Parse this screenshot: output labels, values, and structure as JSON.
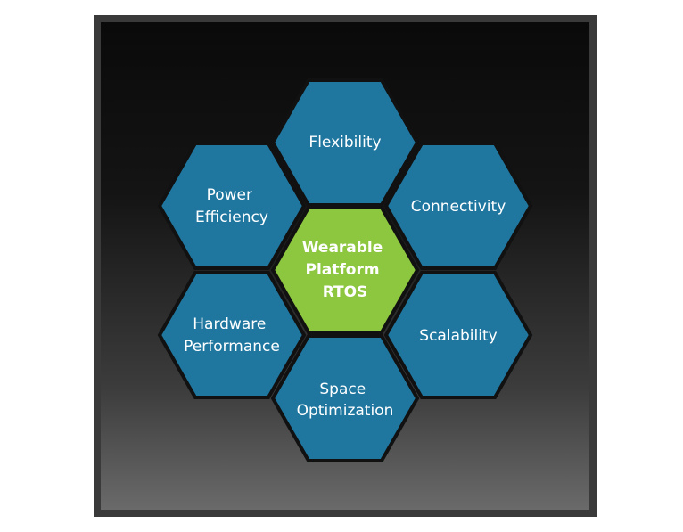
{
  "diagram": {
    "colors": {
      "outer_hex": "#1f77a0",
      "center_hex": "#8dc63f",
      "text": "#ffffff",
      "frame": "#3a3a3a"
    },
    "center": {
      "lines": [
        "Wearable",
        "Platform",
        "RTOS"
      ]
    },
    "nodes": [
      {
        "id": "flexibility",
        "lines": [
          "Flexibility"
        ]
      },
      {
        "id": "connectivity",
        "lines": [
          "Connectivity"
        ]
      },
      {
        "id": "scalability",
        "lines": [
          "Scalability"
        ]
      },
      {
        "id": "space-optimization",
        "lines": [
          "Space",
          "Optimization"
        ]
      },
      {
        "id": "hardware-performance",
        "lines": [
          "Hardware",
          "Performance"
        ]
      },
      {
        "id": "power-efficiency",
        "lines": [
          "Power",
          "Efficiency"
        ]
      }
    ]
  }
}
